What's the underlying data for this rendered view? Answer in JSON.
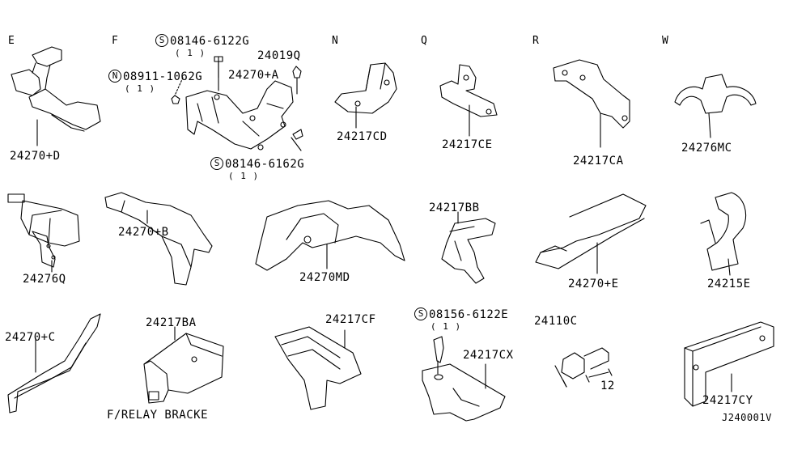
{
  "sections": {
    "E": "E",
    "F": "F",
    "N": "N",
    "Q": "Q",
    "R": "R",
    "W": "W"
  },
  "parts": {
    "p24270D": "24270+D",
    "p08146_6122G": "08146-6122G",
    "p08146_6122G_qty": "( 1 )",
    "p08911_1062G": "08911-1062G",
    "p08911_1062G_qty": "( 1 )",
    "p24019Q": "24019Q",
    "p24270A": "24270+A",
    "p08146_6162G": "08146-6162G",
    "p08146_6162G_qty": "( 1 )",
    "p24217CD": "24217CD",
    "p24217CE": "24217CE",
    "p24217CA": "24217CA",
    "p24276MC": "24276MC",
    "p24276Q": "24276Q",
    "p24270B": "24270+B",
    "p24270MD": "24270MD",
    "p24217BB": "24217BB",
    "p24270E": "24270+E",
    "p24215E": "24215E",
    "p24270C": "24270+C",
    "p24217BA": "24217BA",
    "p24217CF": "24217CF",
    "p08156_6122E": "08156-6122E",
    "p08156_6122E_qty": "( 1 )",
    "p24217CX": "24217CX",
    "p24110C": "24110C",
    "dim12": "12",
    "p24217CY": "24217CY",
    "relay_caption": "F/RELAY BRACKE",
    "diagram_code": "J240001V"
  },
  "symbols": {
    "s": "S",
    "n": "N"
  }
}
